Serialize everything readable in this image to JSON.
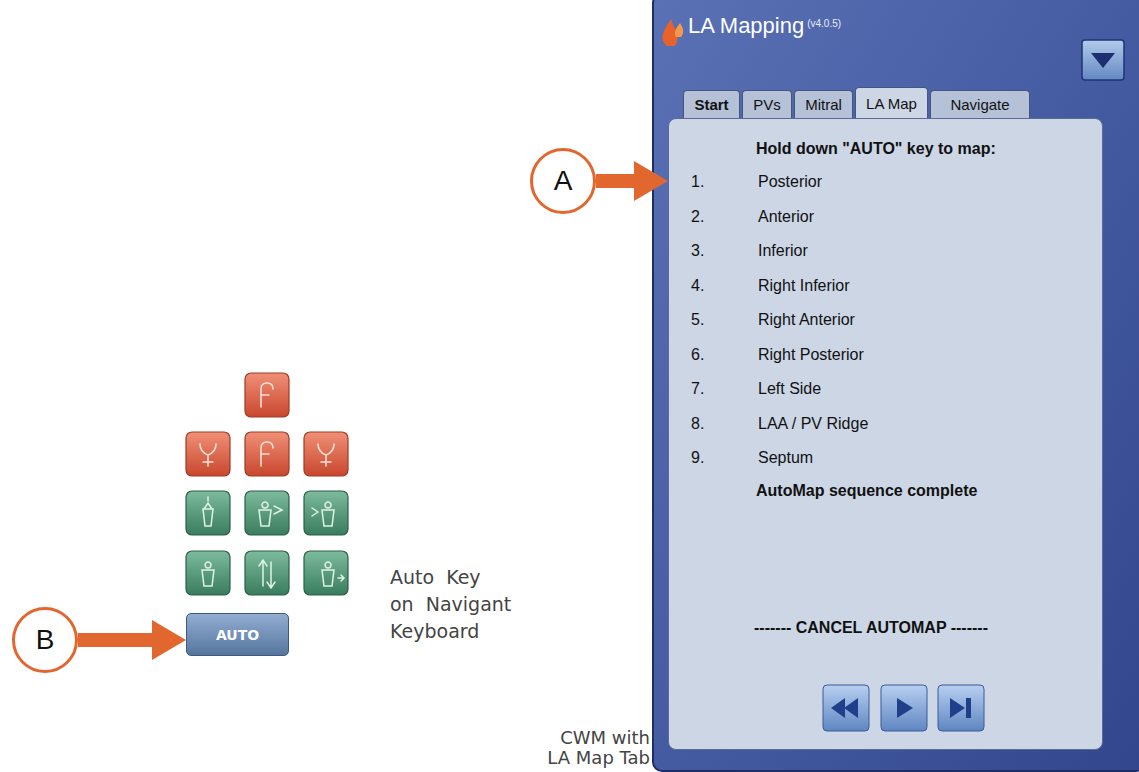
{
  "diagram": {
    "nodes": [
      {
        "text": [
          "A"
        ]
      },
      {
        "text": [
          "B"
        ]
      },
      {
        "text": [
          "AUTO"
        ]
      },
      {
        "text": [
          "LA Mapping",
          "(v4.0.5)"
        ]
      },
      {
        "text": [
          "Start"
        ],
        "in": 3
      },
      {
        "text": [
          "PVs"
        ],
        "in": 3
      },
      {
        "text": [
          "Mitral"
        ],
        "in": 3
      },
      {
        "text": [
          "LA Map"
        ],
        "in": 3
      },
      {
        "text": [
          "Navigate"
        ],
        "in": 3
      },
      {
        "text": [
          "Hold down \"AUTO\" key to map:",
          "1.",
          "Posterior",
          "2.",
          "Anterior",
          "3.",
          "Inferior",
          "4.",
          "Right Inferior",
          "5.",
          "Right Anterior",
          "6.",
          "Right Posterior",
          "7.",
          "Left Side",
          "8.",
          "LAA / PV Ridge",
          "9.",
          "Septum",
          "AutoMap sequence complete",
          "------- CANCEL AUTOMAP -------"
        ],
        "in": 3
      }
    ],
    "edges": [
      {
        "from": 0,
        "to": 9,
        "arrow": "to"
      },
      {
        "from": 1,
        "to": 2,
        "arrow": "to"
      }
    ],
    "labels": [
      "Auto Key on Navigant Keyboard",
      "CWM with LA Map Tab"
    ]
  }
}
